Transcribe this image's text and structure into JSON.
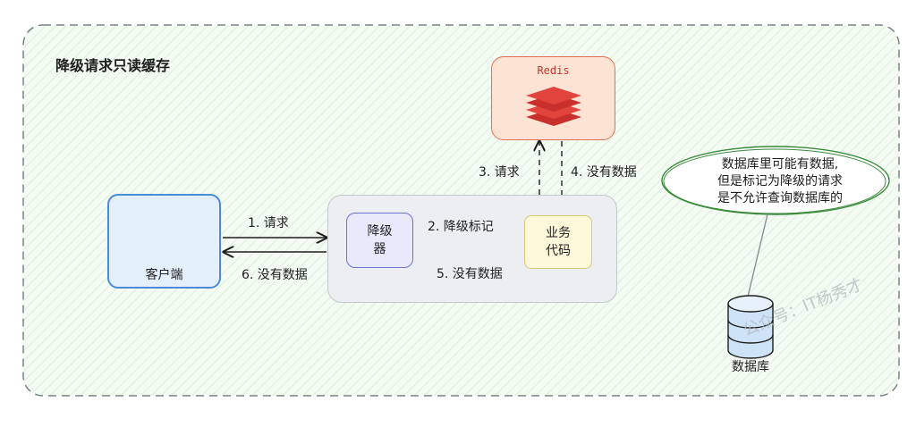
{
  "title": "降级请求只读缓存",
  "nodes": {
    "client": "客户端",
    "degrader": [
      "降级",
      "器"
    ],
    "business": [
      "业务",
      "代码"
    ],
    "redis": "Redis",
    "database": "数据库"
  },
  "edges": {
    "request": "1. 请求",
    "mark": "2. 降级标记",
    "cache_request": "3. 请求",
    "cache_nodata": "4. 没有数据",
    "biz_nodata": "5. 没有数据",
    "client_nodata": "6. 没有数据"
  },
  "note": [
    "数据库里可能有数据,",
    "但是标记为降级的请求",
    "是不允许查询数据库的"
  ],
  "watermark": "公众号：IT杨秀才",
  "colors": {
    "frame": "#7d8289",
    "client": "#4a8bd6",
    "degrader": "#6b72d6",
    "business": "#d8c978",
    "redis": "#e0734f",
    "database": "#4a8bd6",
    "note": "#3a8a3a"
  },
  "icons": [
    "laptop-icon",
    "redis-stack-icon",
    "database-cylinder-icon"
  ]
}
